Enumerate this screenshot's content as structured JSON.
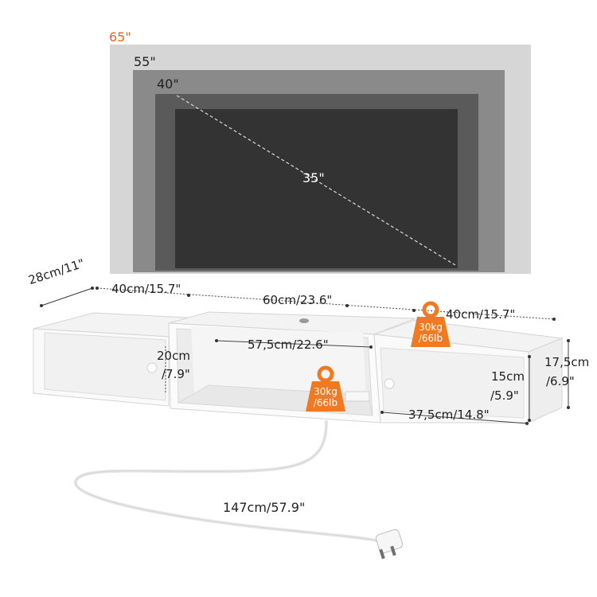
{
  "tv_sizes": {
    "s65": "65\"",
    "s55": "55\"",
    "s40": "40\"",
    "s35": "35\""
  },
  "dimensions": {
    "depth": "28cm/11\"",
    "left_width": "40cm/15.7\"",
    "middle_width": "60cm/23.6\"",
    "right_width": "40cm/15.7\"",
    "inner_width": "57,5cm/22.6\"",
    "inner_height_cm": "20cm",
    "inner_height_in": "/7.9\"",
    "cabinet_height_cm": "17,5cm",
    "cabinet_height_in": "/6.9\"",
    "drawer_height_cm": "15cm",
    "drawer_height_in": "/5.9\"",
    "drawer_width": "37,5cm/14.8\"",
    "cable_length": "147cm/57.9\""
  },
  "load_badges": {
    "top_kg": "30kg",
    "top_lb": "/66lb",
    "middle_kg": "30kg",
    "middle_lb": "/66lb"
  },
  "colors": {
    "accent": "#f07a22",
    "tv65": "#d6d6d6",
    "tv55": "#8a8a8a",
    "tv40": "#5a5a5a",
    "tv35": "#333333",
    "furniture": "#f7f7f7",
    "outline": "#d0d0d0"
  }
}
